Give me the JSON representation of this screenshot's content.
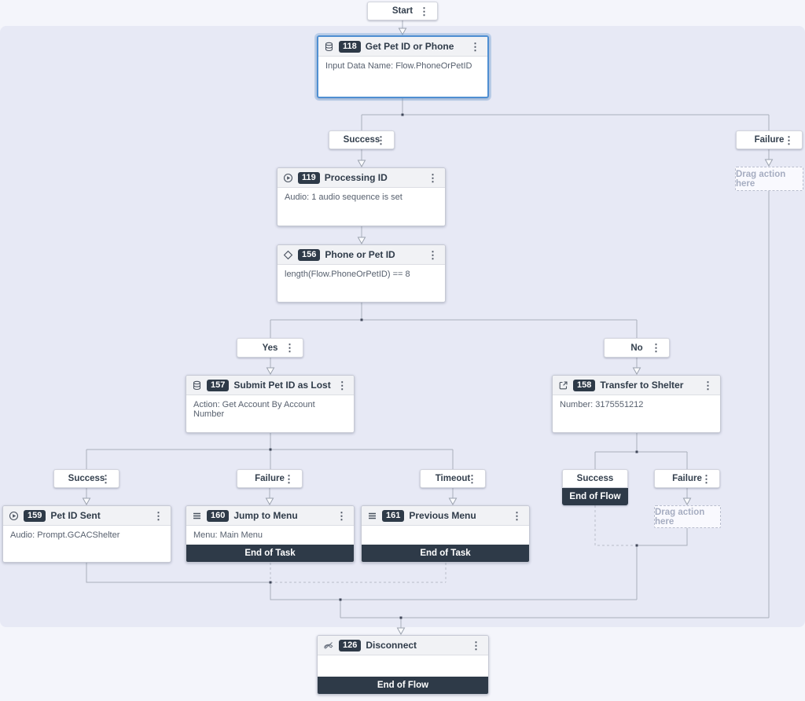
{
  "colors": {
    "canvas_bg": "#e7e9f5",
    "outer_bg": "#f4f5fb",
    "terminal_dark": "#2e3a48",
    "selected_border": "#4f8fd2"
  },
  "start": {
    "label": "Start"
  },
  "nodes": {
    "n118": {
      "badge": "118",
      "title": "Get Pet ID or Phone",
      "body": "Input Data Name: Flow.PhoneOrPetID",
      "icon": "database-icon",
      "selected": true
    },
    "n119": {
      "badge": "119",
      "title": "Processing ID",
      "body": "Audio: 1 audio sequence is set",
      "icon": "play-circle-icon"
    },
    "n156": {
      "badge": "156",
      "title": "Phone or Pet ID",
      "body": "length(Flow.PhoneOrPetID) == 8",
      "icon": "diamond-icon"
    },
    "n157": {
      "badge": "157",
      "title": "Submit Pet ID as Lost",
      "body": "Action: Get Account By Account Number",
      "icon": "database-icon"
    },
    "n158": {
      "badge": "158",
      "title": "Transfer to Shelter",
      "body": "Number: 3175551212",
      "icon": "transfer-icon"
    },
    "n159": {
      "badge": "159",
      "title": "Pet ID Sent",
      "body": "Audio: Prompt.GCACShelter",
      "icon": "play-circle-icon"
    },
    "n160": {
      "badge": "160",
      "title": "Jump to Menu",
      "body": "Menu: Main Menu",
      "footer": "End of Task",
      "icon": "menu-icon"
    },
    "n161": {
      "badge": "161",
      "title": "Previous Menu",
      "body": "",
      "footer": "End of Task",
      "icon": "menu-icon"
    },
    "n126": {
      "badge": "126",
      "title": "Disconnect",
      "body": "",
      "footer": "End of Flow",
      "icon": "phone-slash-icon"
    }
  },
  "labels": {
    "success1": "Success",
    "failure1": "Failure",
    "yes": "Yes",
    "no": "No",
    "success2": "Success",
    "failure2": "Failure",
    "timeout": "Timeout",
    "success3": "Success",
    "failure3": "Failure"
  },
  "terminals": {
    "success3_footer": "End of Flow"
  },
  "placeholders": {
    "drag1": "Drag action here",
    "drag2": "Drag action here"
  }
}
